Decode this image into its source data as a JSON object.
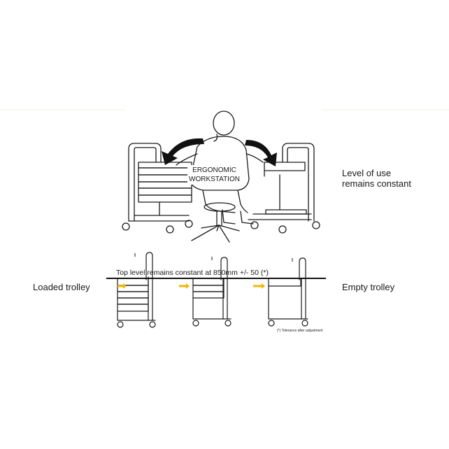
{
  "labels": {
    "ergonomic_line1": "ERGONOMIC",
    "ergonomic_line2": "WORKSTATION",
    "level_line1": "Level of use",
    "level_line2": "remains constant",
    "top_level": "Top level remains constant at 850mm +/- 50 (*)",
    "loaded_trolley": "Loaded trolley",
    "empty_trolley": "Empty trolley",
    "tolerance_note": "(*) Tolerance after adjustment"
  },
  "colors": {
    "line": "#1a1a1a",
    "arrow_yellow": "#f2b705",
    "guide_line": "#f3efe2",
    "background": "#ffffff"
  }
}
